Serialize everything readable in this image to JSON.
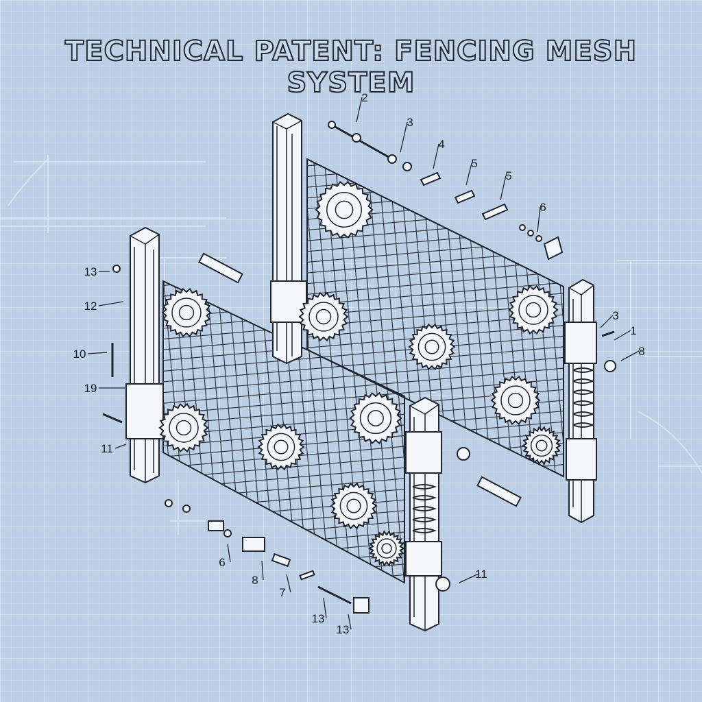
{
  "title": "TECHNICAL PATENT: FENCING MESH SYSTEM",
  "callouts": [
    {
      "id": "c-2-top",
      "label": "2"
    },
    {
      "id": "c-3-top",
      "label": "3"
    },
    {
      "id": "c-4-top",
      "label": "4"
    },
    {
      "id": "c-5a-top",
      "label": "5"
    },
    {
      "id": "c-5b-top",
      "label": "5"
    },
    {
      "id": "c-6-top",
      "label": "6"
    },
    {
      "id": "c-13-left",
      "label": "13"
    },
    {
      "id": "c-12-left",
      "label": "12"
    },
    {
      "id": "c-10-left",
      "label": "10"
    },
    {
      "id": "c-19-left",
      "label": "19"
    },
    {
      "id": "c-11-left",
      "label": "11"
    },
    {
      "id": "c-3-right",
      "label": "3"
    },
    {
      "id": "c-1-right",
      "label": "1"
    },
    {
      "id": "c-8-right",
      "label": "8"
    },
    {
      "id": "c-6-bottom",
      "label": "6"
    },
    {
      "id": "c-8-bottom",
      "label": "8"
    },
    {
      "id": "c-7-bottom",
      "label": "7"
    },
    {
      "id": "c-13a-bottom",
      "label": "13"
    },
    {
      "id": "c-13b-bottom",
      "label": "13"
    },
    {
      "id": "c-11-bottom",
      "label": "11"
    }
  ],
  "colors": {
    "paper": "#bccfe4",
    "ink": "#1e2430",
    "part_fill": "#f4f6f9"
  }
}
